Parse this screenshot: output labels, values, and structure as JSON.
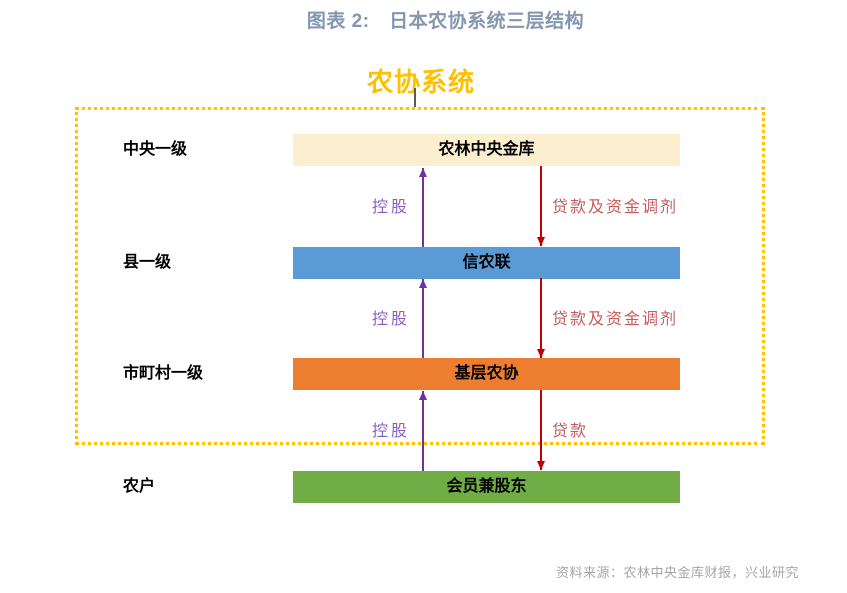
{
  "title": "图表 2:　日本农协系统三层结构",
  "system_label": "农协系统",
  "source": "资料来源：农林中央金库财报，兴业研究",
  "colors": {
    "title_text": "#8496B0",
    "system_accent": "#FFC000",
    "boundary_border": "#FFC000",
    "up_arrow_line": "#7030A0",
    "up_arrow_label": "#8461C9",
    "down_arrow_line": "#C00000",
    "down_arrow_label": "#C65B5B",
    "tier_text": "#000000",
    "source_text": "#A6A6A6"
  },
  "diagram": {
    "rows": [
      {
        "tier": "中央一级",
        "box": "农林中央金库",
        "box_color": "#FBEFD0"
      },
      {
        "tier": "县一级",
        "box": "信农联",
        "box_color": "#5B9BD5"
      },
      {
        "tier": "市町村一级",
        "box": "基层农协",
        "box_color": "#ED7D31"
      },
      {
        "tier": "农户",
        "box": "会员兼股东",
        "box_color": "#70AD47"
      }
    ],
    "connections": [
      {
        "up": "控股",
        "down": "贷款及资金调剂"
      },
      {
        "up": "控股",
        "down": "贷款及资金调剂"
      },
      {
        "up": "控股",
        "down": "贷款"
      }
    ]
  }
}
